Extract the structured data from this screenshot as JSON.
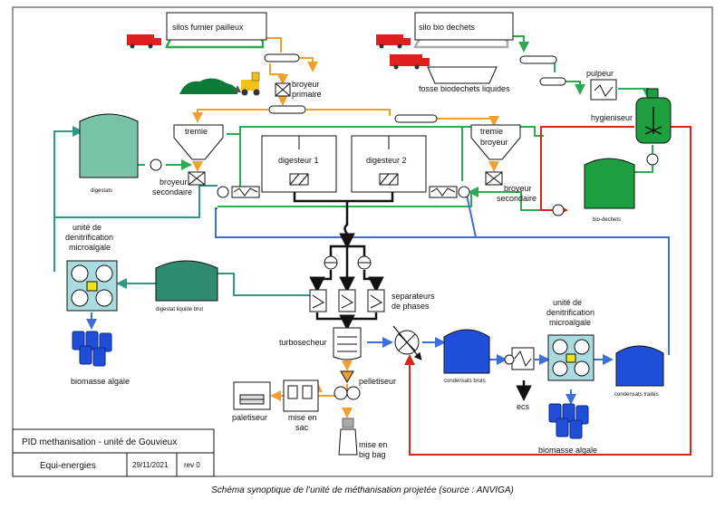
{
  "labels": {
    "silos_fumier": "silos fumier pailleux",
    "silo_bio": "silo bio dechets",
    "broyeur_primaire_1": "broyeur",
    "broyeur_primaire_2": "primaire",
    "fosse": "fosse biodechets liquides",
    "pulpeur": "pulpeur",
    "hygieniseur": "hygieniseur",
    "tremie_left": "tremie",
    "tremie_right_1": "tremie",
    "tremie_right_2": "broyeur",
    "digestats": "digestats",
    "broyeur_sec_left_1": "broyeur",
    "broyeur_sec_left_2": "secondaire",
    "digesteur1": "digesteur 1",
    "digesteur2": "digesteur 2",
    "broyeur_sec_right_1": "broyeur",
    "broyeur_sec_right_2": "secondaire",
    "bio_dechets": "bio-dechets",
    "unite_left_1": "unité de",
    "unite_left_2": "denitrification",
    "unite_left_3": "microalgale",
    "digestat_liquide": "digestat liquide brut",
    "separateurs_1": "separateurs",
    "separateurs_2": "de phases",
    "turbosecheur": "turbosecheur",
    "biomasse_left": "biomasse algale",
    "pelletiseur": "pelletiseur",
    "paletiseur": "paletiseur",
    "mise_sac_1": "mise en",
    "mise_sac_2": "sac",
    "mise_bigbag_1": "mise en",
    "mise_bigbag_2": "big bag",
    "condensats_bruts": "condensats  bruts",
    "ecs": "ecs",
    "unite_right_1": "unité de",
    "unite_right_2": "denitrification",
    "unite_right_3": "microalgale",
    "condensats_traites": "condensats traités",
    "biomasse_right": "biomasse algale"
  },
  "title_block": {
    "title": "PID methanisation - unité de Gouvieux",
    "company": "Equi-energies",
    "date": "29/11/2021",
    "rev": "rev 0"
  },
  "caption": "Schéma synoptique de l’unité de méthanisation projetée (source : ANVIGA)",
  "colors": {
    "orange": "#f0a030",
    "green": "#2eaa52",
    "teal": "#2c9a86",
    "blue": "#3d6fd9",
    "red": "#d9261c",
    "black": "#111111",
    "tank_teal": "#78c2a8",
    "tank_dark_teal": "#2f8c70",
    "tank_green": "#1fa040",
    "tank_blue": "#1f4fd9",
    "truck_red": "#e0201e"
  }
}
